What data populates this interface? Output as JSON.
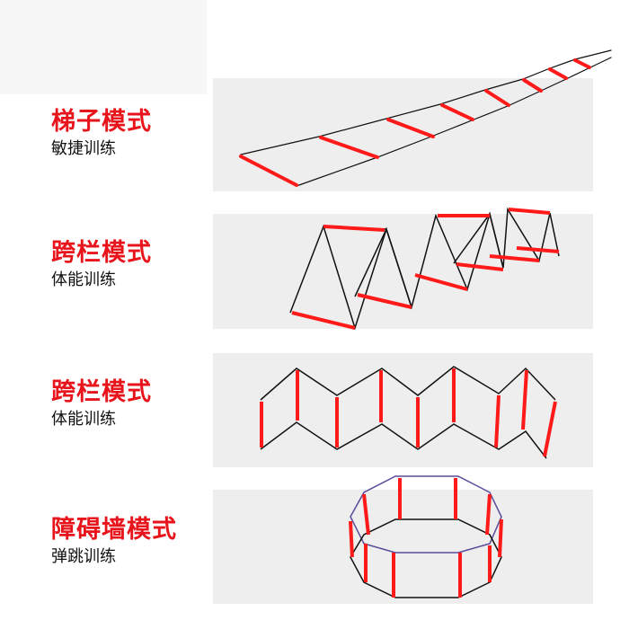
{
  "modes": [
    {
      "title": "梯子模式",
      "subtitle": "敏捷训练"
    },
    {
      "title": "跨栏模式",
      "subtitle": "体能训练"
    },
    {
      "title": "跨栏模式",
      "subtitle": "体能训练"
    },
    {
      "title": "障碍墙模式",
      "subtitle": "弹跳训练"
    }
  ],
  "colors": {
    "accent": "#e8141b",
    "panel": "#eeeeee",
    "rung": "#ff1a1a"
  }
}
